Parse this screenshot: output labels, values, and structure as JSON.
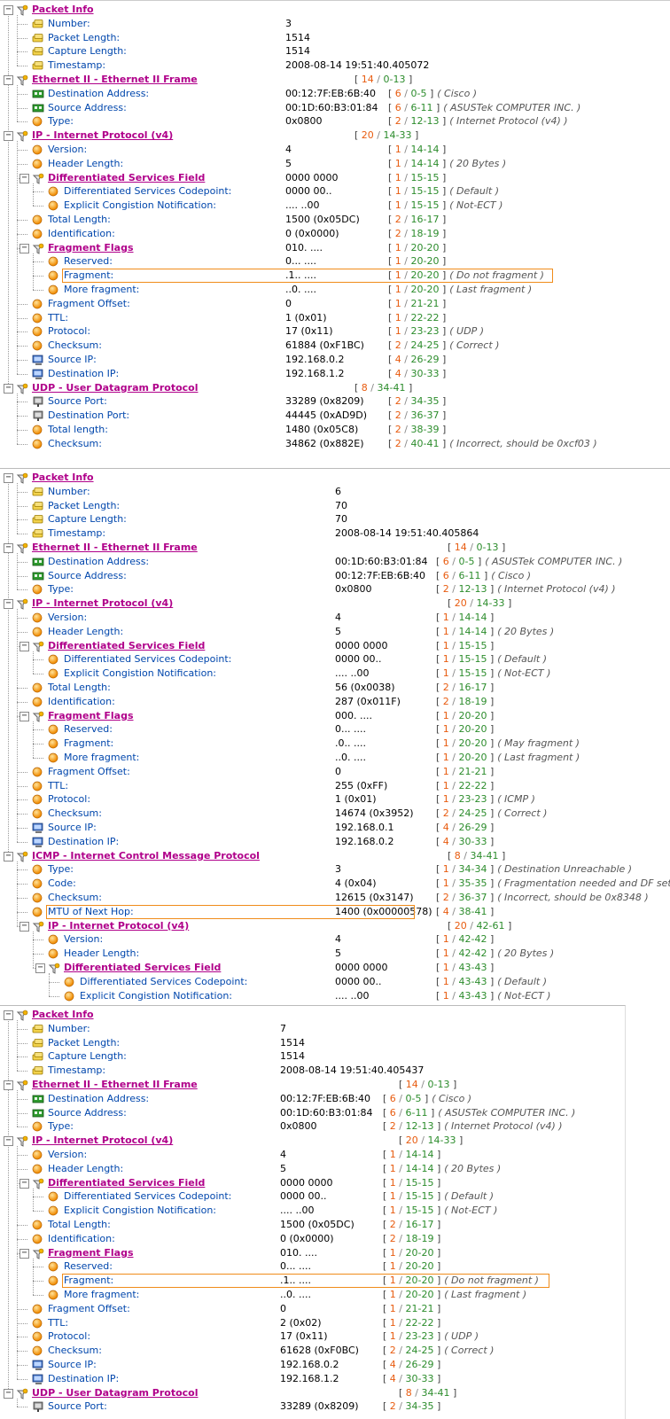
{
  "toggle_glyphs": {
    "expanded": "−"
  },
  "colors": {
    "header": "#b0008a",
    "field": "#0046ac",
    "size": "#e85c10",
    "range": "#2c8c2c",
    "highlight": "#f08c1a"
  },
  "panels": [
    {
      "id": "p0",
      "rows": [
        {
          "d": 0,
          "t": "h",
          "ic": "info",
          "n": "Packet Info"
        },
        {
          "d": 1,
          "ic": "tag",
          "n": "Number:",
          "v": "3"
        },
        {
          "d": 1,
          "ic": "tag",
          "n": "Packet Length:",
          "v": "1514"
        },
        {
          "d": 1,
          "ic": "tag",
          "n": "Capture Length:",
          "v": "1514"
        },
        {
          "d": 1,
          "ic": "tag",
          "n": "Timestamp:",
          "v": "2008-08-14 19:51:40.405072"
        },
        {
          "d": 0,
          "t": "h",
          "ic": "info",
          "n": "Ethernet II - Ethernet II Frame",
          "s": "14",
          "r": "0-13"
        },
        {
          "d": 1,
          "ic": "nic",
          "n": "Destination Address:",
          "v": "00:12:7F:EB:6B:40",
          "s": "6",
          "r": "0-5",
          "note": "( Cisco )"
        },
        {
          "d": 1,
          "ic": "nic",
          "n": "Source Address:",
          "v": "00:1D:60:B3:01:84",
          "s": "6",
          "r": "6-11",
          "note": "( ASUSTek COMPUTER INC. )"
        },
        {
          "d": 1,
          "ic": "dot",
          "n": "Type:",
          "v": "0x0800",
          "s": "2",
          "r": "12-13",
          "note": "( Internet Protocol (v4) )"
        },
        {
          "d": 0,
          "t": "h",
          "ic": "info",
          "n": "IP - Internet Protocol (v4)",
          "s": "20",
          "r": "14-33"
        },
        {
          "d": 1,
          "ic": "dot",
          "n": "Version:",
          "v": "4",
          "s": "1",
          "r": "14-14"
        },
        {
          "d": 1,
          "ic": "dot",
          "n": "Header Length:",
          "v": "5",
          "s": "1",
          "r": "14-14",
          "note": "( 20 Bytes )"
        },
        {
          "d": 1,
          "t": "h",
          "ic": "info",
          "n": "Differentiated Services Field",
          "v": "0000 0000",
          "s": "1",
          "r": "15-15"
        },
        {
          "d": 2,
          "ic": "dot",
          "n": "Differentiated Services Codepoint:",
          "v": "0000 00..",
          "s": "1",
          "r": "15-15",
          "note": "( Default )"
        },
        {
          "d": 2,
          "ic": "dot",
          "n": "Explicit Congistion Notification:",
          "v": ".... ..00",
          "s": "1",
          "r": "15-15",
          "note": "( Not-ECT )"
        },
        {
          "d": 1,
          "ic": "dot",
          "n": "Total Length:",
          "v": "1500 (0x05DC)",
          "s": "2",
          "r": "16-17"
        },
        {
          "d": 1,
          "ic": "dot",
          "n": "Identification:",
          "v": "0 (0x0000)",
          "s": "2",
          "r": "18-19"
        },
        {
          "d": 1,
          "t": "h",
          "ic": "info",
          "n": "Fragment Flags",
          "v": "010. ....",
          "s": "1",
          "r": "20-20"
        },
        {
          "d": 2,
          "ic": "dot",
          "n": "Reserved:",
          "v": "0... ....",
          "s": "1",
          "r": "20-20"
        },
        {
          "d": 2,
          "ic": "dot",
          "n": "Fragment:",
          "v": ".1.. ....",
          "s": "1",
          "r": "20-20",
          "note": "( Do not fragment )",
          "hl": true
        },
        {
          "d": 2,
          "ic": "dot",
          "n": "More fragment:",
          "v": "..0. ....",
          "s": "1",
          "r": "20-20",
          "note": "( Last fragment )"
        },
        {
          "d": 1,
          "ic": "dot",
          "n": "Fragment Offset:",
          "v": "0",
          "s": "1",
          "r": "21-21"
        },
        {
          "d": 1,
          "ic": "dot",
          "n": "TTL:",
          "v": "1 (0x01)",
          "s": "1",
          "r": "22-22"
        },
        {
          "d": 1,
          "ic": "dot",
          "n": "Protocol:",
          "v": "17 (0x11)",
          "s": "1",
          "r": "23-23",
          "note": "( UDP )"
        },
        {
          "d": 1,
          "ic": "dot",
          "n": "Checksum:",
          "v": "61884 (0xF1BC)",
          "s": "2",
          "r": "24-25",
          "note": "( Correct )"
        },
        {
          "d": 1,
          "ic": "pc",
          "n": "Source IP:",
          "v": "192.168.0.2",
          "s": "4",
          "r": "26-29"
        },
        {
          "d": 1,
          "ic": "pc",
          "n": "Destination IP:",
          "v": "192.168.1.2",
          "s": "4",
          "r": "30-33"
        },
        {
          "d": 0,
          "t": "h",
          "ic": "info",
          "n": "UDP - User Datagram Protocol",
          "s": "8",
          "r": "34-41"
        },
        {
          "d": 1,
          "ic": "port",
          "n": "Source Port:",
          "v": "33289 (0x8209)",
          "s": "2",
          "r": "34-35"
        },
        {
          "d": 1,
          "ic": "port",
          "n": "Destination Port:",
          "v": "44445 (0xAD9D)",
          "s": "2",
          "r": "36-37"
        },
        {
          "d": 1,
          "ic": "dot",
          "n": "Total length:",
          "v": "1480 (0x05C8)",
          "s": "2",
          "r": "38-39"
        },
        {
          "d": 1,
          "ic": "dot",
          "n": "Checksum:",
          "v": "34862 (0x882E)",
          "s": "2",
          "r": "40-41",
          "note": "( Incorrect, should be 0xcf03 )"
        }
      ]
    },
    {
      "id": "p1",
      "rows": [
        {
          "d": 0,
          "t": "h",
          "ic": "info",
          "n": "Packet Info"
        },
        {
          "d": 1,
          "ic": "tag",
          "n": "Number:",
          "v": "6"
        },
        {
          "d": 1,
          "ic": "tag",
          "n": "Packet Length:",
          "v": "70"
        },
        {
          "d": 1,
          "ic": "tag",
          "n": "Capture Length:",
          "v": "70"
        },
        {
          "d": 1,
          "ic": "tag",
          "n": "Timestamp:",
          "v": "2008-08-14 19:51:40.405864"
        },
        {
          "d": 0,
          "t": "h",
          "ic": "info",
          "n": "Ethernet II - Ethernet II Frame",
          "s": "14",
          "r": "0-13"
        },
        {
          "d": 1,
          "ic": "nic",
          "n": "Destination Address:",
          "v": "00:1D:60:B3:01:84",
          "s": "6",
          "r": "0-5",
          "note": "( ASUSTek COMPUTER INC. )"
        },
        {
          "d": 1,
          "ic": "nic",
          "n": "Source Address:",
          "v": "00:12:7F:EB:6B:40",
          "s": "6",
          "r": "6-11",
          "note": "( Cisco )"
        },
        {
          "d": 1,
          "ic": "dot",
          "n": "Type:",
          "v": "0x0800",
          "s": "2",
          "r": "12-13",
          "note": "( Internet Protocol (v4) )"
        },
        {
          "d": 0,
          "t": "h",
          "ic": "info",
          "n": "IP - Internet Protocol (v4)",
          "s": "20",
          "r": "14-33"
        },
        {
          "d": 1,
          "ic": "dot",
          "n": "Version:",
          "v": "4",
          "s": "1",
          "r": "14-14"
        },
        {
          "d": 1,
          "ic": "dot",
          "n": "Header Length:",
          "v": "5",
          "s": "1",
          "r": "14-14",
          "note": "( 20 Bytes )"
        },
        {
          "d": 1,
          "t": "h",
          "ic": "info",
          "n": "Differentiated Services Field",
          "v": "0000 0000",
          "s": "1",
          "r": "15-15"
        },
        {
          "d": 2,
          "ic": "dot",
          "n": "Differentiated Services Codepoint:",
          "v": "0000 00..",
          "s": "1",
          "r": "15-15",
          "note": "( Default )"
        },
        {
          "d": 2,
          "ic": "dot",
          "n": "Explicit Congistion Notification:",
          "v": ".... ..00",
          "s": "1",
          "r": "15-15",
          "note": "( Not-ECT )"
        },
        {
          "d": 1,
          "ic": "dot",
          "n": "Total Length:",
          "v": "56 (0x0038)",
          "s": "2",
          "r": "16-17"
        },
        {
          "d": 1,
          "ic": "dot",
          "n": "Identification:",
          "v": "287 (0x011F)",
          "s": "2",
          "r": "18-19"
        },
        {
          "d": 1,
          "t": "h",
          "ic": "info",
          "n": "Fragment Flags",
          "v": "000. ....",
          "s": "1",
          "r": "20-20"
        },
        {
          "d": 2,
          "ic": "dot",
          "n": "Reserved:",
          "v": "0... ....",
          "s": "1",
          "r": "20-20"
        },
        {
          "d": 2,
          "ic": "dot",
          "n": "Fragment:",
          "v": ".0.. ....",
          "s": "1",
          "r": "20-20",
          "note": "( May fragment )"
        },
        {
          "d": 2,
          "ic": "dot",
          "n": "More fragment:",
          "v": "..0. ....",
          "s": "1",
          "r": "20-20",
          "note": "( Last fragment )"
        },
        {
          "d": 1,
          "ic": "dot",
          "n": "Fragment Offset:",
          "v": "0",
          "s": "1",
          "r": "21-21"
        },
        {
          "d": 1,
          "ic": "dot",
          "n": "TTL:",
          "v": "255 (0xFF)",
          "s": "1",
          "r": "22-22"
        },
        {
          "d": 1,
          "ic": "dot",
          "n": "Protocol:",
          "v": "1 (0x01)",
          "s": "1",
          "r": "23-23",
          "note": "( ICMP )"
        },
        {
          "d": 1,
          "ic": "dot",
          "n": "Checksum:",
          "v": "14674 (0x3952)",
          "s": "2",
          "r": "24-25",
          "note": "( Correct )"
        },
        {
          "d": 1,
          "ic": "pc",
          "n": "Source IP:",
          "v": "192.168.0.1",
          "s": "4",
          "r": "26-29"
        },
        {
          "d": 1,
          "ic": "pc",
          "n": "Destination IP:",
          "v": "192.168.0.2",
          "s": "4",
          "r": "30-33"
        },
        {
          "d": 0,
          "t": "h",
          "ic": "info",
          "n": "ICMP - Internet Control Message Protocol",
          "s": "8",
          "r": "34-41"
        },
        {
          "d": 1,
          "ic": "dot",
          "n": "Type:",
          "v": "3",
          "s": "1",
          "r": "34-34",
          "note": "( Destination Unreachable )"
        },
        {
          "d": 1,
          "ic": "dot",
          "n": "Code:",
          "v": "4 (0x04)",
          "s": "1",
          "r": "35-35",
          "note": "( Fragmentation needed and DF set )"
        },
        {
          "d": 1,
          "ic": "dot",
          "n": "Checksum:",
          "v": "12615 (0x3147)",
          "s": "2",
          "r": "36-37",
          "note": "( Incorrect, should be 0x8348 )"
        },
        {
          "d": 1,
          "ic": "dot",
          "n": "MTU of Next Hop:",
          "v": "1400 (0x00000578)",
          "s": "4",
          "r": "38-41",
          "hl": true
        },
        {
          "d": 1,
          "t": "h",
          "ic": "info",
          "n": "IP - Internet Protocol (v4)",
          "s": "20",
          "r": "42-61"
        },
        {
          "d": 2,
          "ic": "dot",
          "n": "Version:",
          "v": "4",
          "s": "1",
          "r": "42-42"
        },
        {
          "d": 2,
          "ic": "dot",
          "n": "Header Length:",
          "v": "5",
          "s": "1",
          "r": "42-42",
          "note": "( 20 Bytes )"
        },
        {
          "d": 2,
          "t": "h",
          "ic": "info",
          "n": "Differentiated Services Field",
          "v": "0000 0000",
          "s": "1",
          "r": "43-43"
        },
        {
          "d": 3,
          "ic": "dot",
          "n": "Differentiated Services Codepoint:",
          "v": "0000 00..",
          "s": "1",
          "r": "43-43",
          "note": "( Default )"
        },
        {
          "d": 3,
          "ic": "dot",
          "n": "Explicit Congistion Notification:",
          "v": ".... ..00",
          "s": "1",
          "r": "43-43",
          "note": "( Not-ECT )"
        }
      ]
    },
    {
      "id": "p2",
      "rows": [
        {
          "d": 0,
          "t": "h",
          "ic": "info",
          "n": "Packet Info"
        },
        {
          "d": 1,
          "ic": "tag",
          "n": "Number:",
          "v": "7"
        },
        {
          "d": 1,
          "ic": "tag",
          "n": "Packet Length:",
          "v": "1514"
        },
        {
          "d": 1,
          "ic": "tag",
          "n": "Capture Length:",
          "v": "1514"
        },
        {
          "d": 1,
          "ic": "tag",
          "n": "Timestamp:",
          "v": "2008-08-14 19:51:40.405437"
        },
        {
          "d": 0,
          "t": "h",
          "ic": "info",
          "n": "Ethernet II - Ethernet II Frame",
          "s": "14",
          "r": "0-13"
        },
        {
          "d": 1,
          "ic": "nic",
          "n": "Destination Address:",
          "v": "00:12:7F:EB:6B:40",
          "s": "6",
          "r": "0-5",
          "note": "( Cisco )"
        },
        {
          "d": 1,
          "ic": "nic",
          "n": "Source Address:",
          "v": "00:1D:60:B3:01:84",
          "s": "6",
          "r": "6-11",
          "note": "( ASUSTek COMPUTER INC. )"
        },
        {
          "d": 1,
          "ic": "dot",
          "n": "Type:",
          "v": "0x0800",
          "s": "2",
          "r": "12-13",
          "note": "( Internet Protocol (v4) )"
        },
        {
          "d": 0,
          "t": "h",
          "ic": "info",
          "n": "IP - Internet Protocol (v4)",
          "s": "20",
          "r": "14-33"
        },
        {
          "d": 1,
          "ic": "dot",
          "n": "Version:",
          "v": "4",
          "s": "1",
          "r": "14-14"
        },
        {
          "d": 1,
          "ic": "dot",
          "n": "Header Length:",
          "v": "5",
          "s": "1",
          "r": "14-14",
          "note": "( 20 Bytes )"
        },
        {
          "d": 1,
          "t": "h",
          "ic": "info",
          "n": "Differentiated Services Field",
          "v": "0000 0000",
          "s": "1",
          "r": "15-15"
        },
        {
          "d": 2,
          "ic": "dot",
          "n": "Differentiated Services Codepoint:",
          "v": "0000 00..",
          "s": "1",
          "r": "15-15",
          "note": "( Default )"
        },
        {
          "d": 2,
          "ic": "dot",
          "n": "Explicit Congistion Notification:",
          "v": ".... ..00",
          "s": "1",
          "r": "15-15",
          "note": "( Not-ECT )"
        },
        {
          "d": 1,
          "ic": "dot",
          "n": "Total Length:",
          "v": "1500 (0x05DC)",
          "s": "2",
          "r": "16-17"
        },
        {
          "d": 1,
          "ic": "dot",
          "n": "Identification:",
          "v": "0 (0x0000)",
          "s": "2",
          "r": "18-19"
        },
        {
          "d": 1,
          "t": "h",
          "ic": "info",
          "n": "Fragment Flags",
          "v": "010. ....",
          "s": "1",
          "r": "20-20"
        },
        {
          "d": 2,
          "ic": "dot",
          "n": "Reserved:",
          "v": "0... ....",
          "s": "1",
          "r": "20-20"
        },
        {
          "d": 2,
          "ic": "dot",
          "n": "Fragment:",
          "v": ".1.. ....",
          "s": "1",
          "r": "20-20",
          "note": "( Do not fragment )",
          "hl": true
        },
        {
          "d": 2,
          "ic": "dot",
          "n": "More fragment:",
          "v": "..0. ....",
          "s": "1",
          "r": "20-20",
          "note": "( Last fragment )"
        },
        {
          "d": 1,
          "ic": "dot",
          "n": "Fragment Offset:",
          "v": "0",
          "s": "1",
          "r": "21-21"
        },
        {
          "d": 1,
          "ic": "dot",
          "n": "TTL:",
          "v": "2 (0x02)",
          "s": "1",
          "r": "22-22"
        },
        {
          "d": 1,
          "ic": "dot",
          "n": "Protocol:",
          "v": "17 (0x11)",
          "s": "1",
          "r": "23-23",
          "note": "( UDP )"
        },
        {
          "d": 1,
          "ic": "dot",
          "n": "Checksum:",
          "v": "61628 (0xF0BC)",
          "s": "2",
          "r": "24-25",
          "note": "( Correct )"
        },
        {
          "d": 1,
          "ic": "pc",
          "n": "Source IP:",
          "v": "192.168.0.2",
          "s": "4",
          "r": "26-29"
        },
        {
          "d": 1,
          "ic": "pc",
          "n": "Destination IP:",
          "v": "192.168.1.2",
          "s": "4",
          "r": "30-33"
        },
        {
          "d": 0,
          "t": "h",
          "ic": "info",
          "n": "UDP - User Datagram Protocol",
          "s": "8",
          "r": "34-41"
        },
        {
          "d": 1,
          "ic": "port",
          "n": "Source Port:",
          "v": "33289 (0x8209)",
          "s": "2",
          "r": "34-35"
        }
      ]
    }
  ]
}
